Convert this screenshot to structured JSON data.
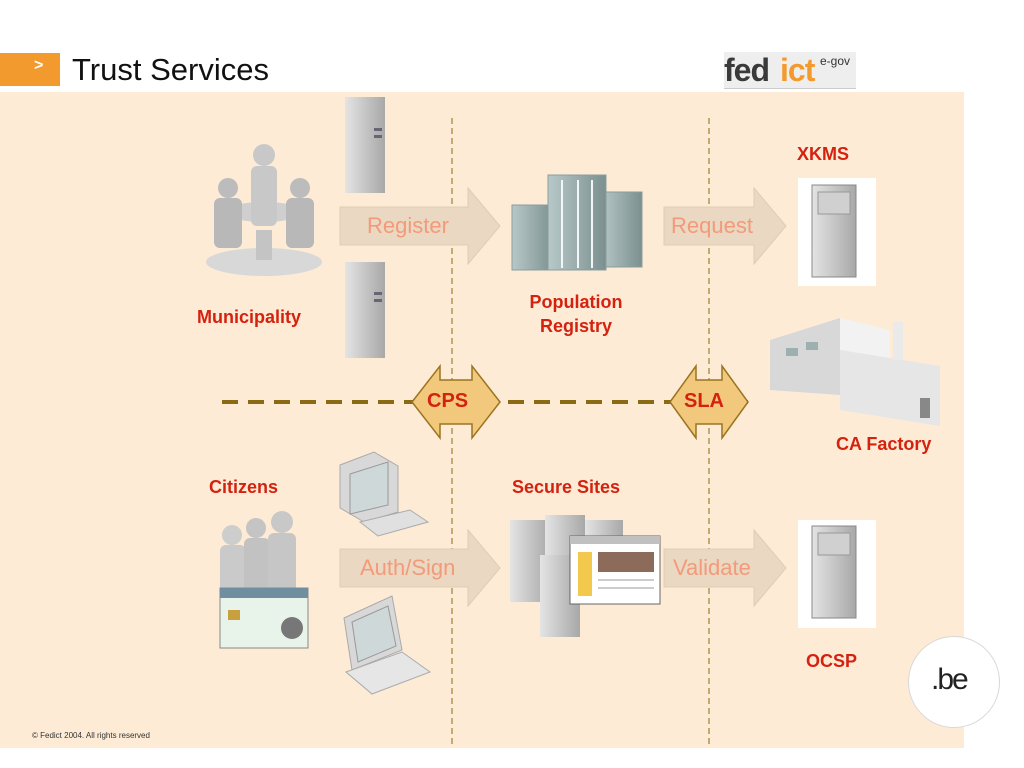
{
  "header": {
    "title": "Trust Services",
    "tag_symbol": ">"
  },
  "logo": {
    "part1": "fed",
    "part2": "ict",
    "superscript": "e-gov"
  },
  "nodes": {
    "municipality": "Municipality",
    "population_registry_line1": "Population",
    "population_registry_line2": "Registry",
    "xkms": "XKMS",
    "ca_factory": "CA Factory",
    "citizens": "Citizens",
    "secure_sites": "Secure Sites",
    "ocsp": "OCSP"
  },
  "arrows": {
    "register": "Register",
    "request": "Request",
    "auth_sign": "Auth/Sign",
    "validate": "Validate"
  },
  "agreements": {
    "cps": "CPS",
    "sla": "SLA"
  },
  "footer": {
    "copyright": "© Fedict 2004. All rights reserved",
    "badge": ".be"
  },
  "colors": {
    "accent_orange": "#f39a2e",
    "label_red": "#d4220f",
    "panel_bg": "#fdebd6",
    "divider": "#8a6a14"
  }
}
